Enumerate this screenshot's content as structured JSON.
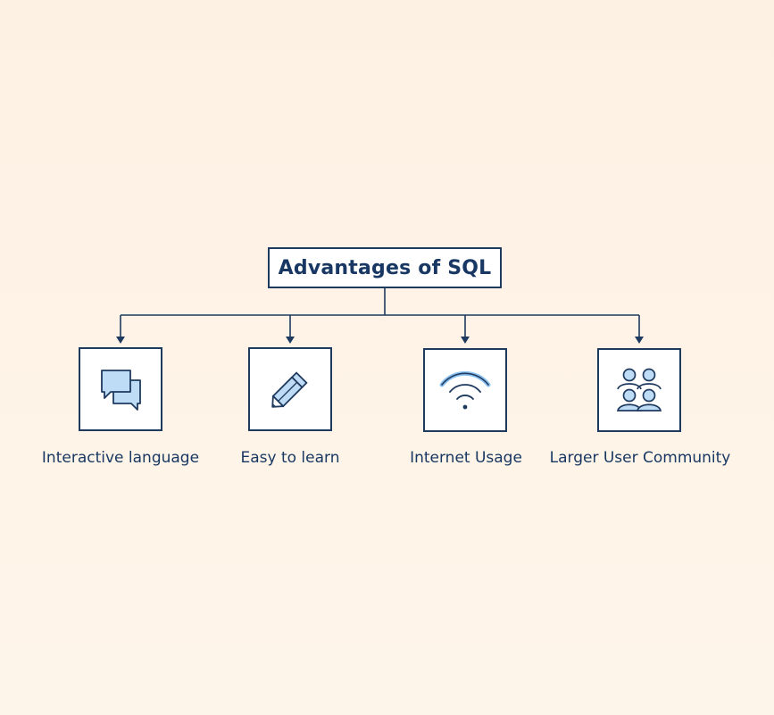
{
  "title": "Advantages of SQL",
  "colors": {
    "stroke": "#1f3a5f",
    "icon_fill": "#bfdcf7",
    "background": "#fdf1e3"
  },
  "items": [
    {
      "label": "Interactive language",
      "icon": "chat-bubbles-icon"
    },
    {
      "label": "Easy to learn",
      "icon": "pencil-icon"
    },
    {
      "label": "Internet Usage",
      "icon": "wifi-icon"
    },
    {
      "label": "Larger User Community",
      "icon": "users-icon"
    }
  ]
}
